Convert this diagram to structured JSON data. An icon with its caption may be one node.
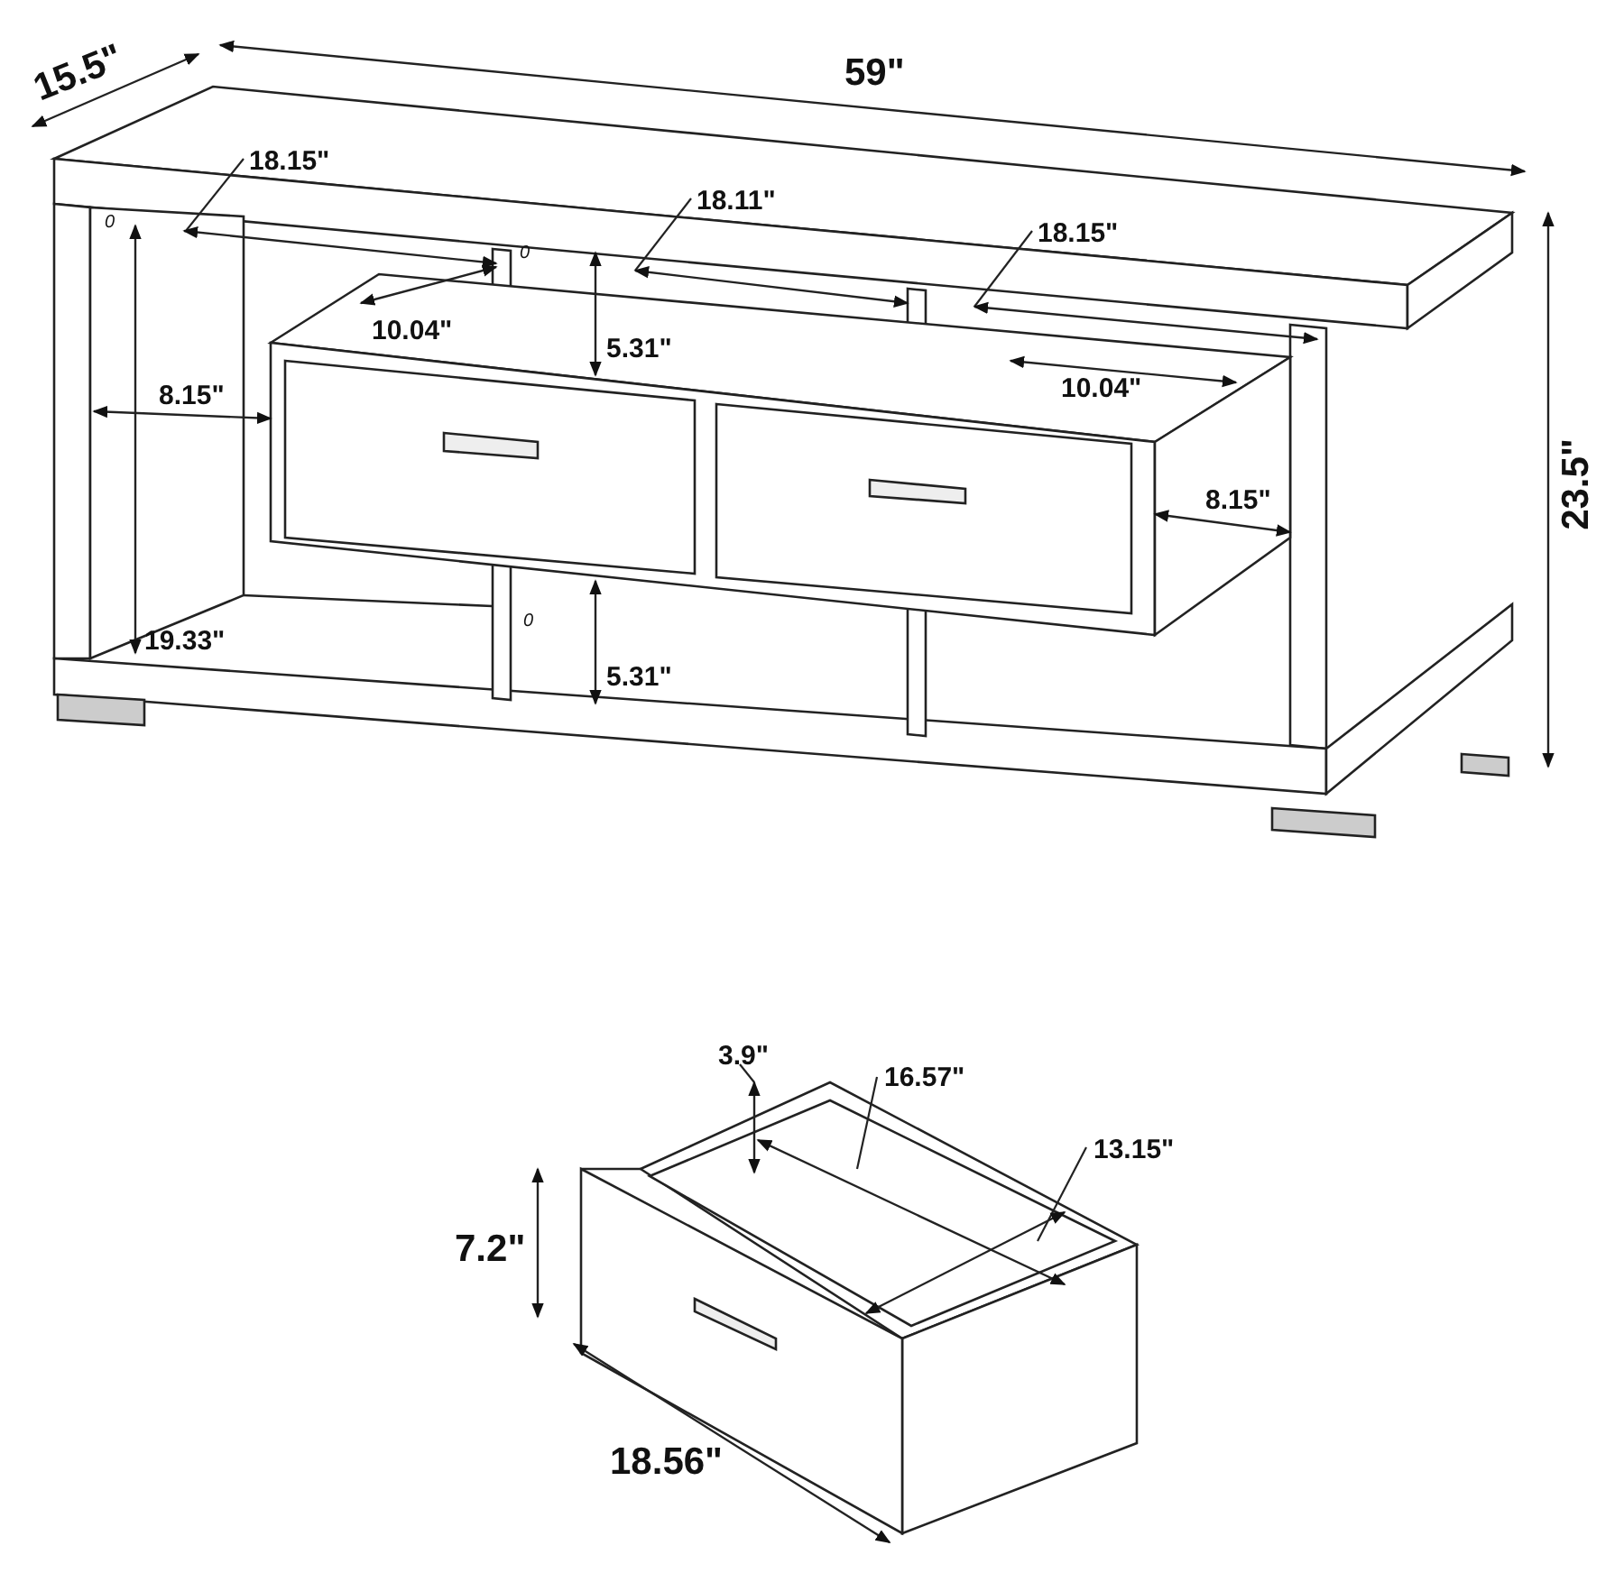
{
  "diagram": {
    "labels": [
      "15.5\"",
      "59\"",
      "18.15\"",
      "0",
      "18.11\"",
      "0",
      "18.15\"",
      "10.04\"",
      "5.31\"",
      "10.04\"",
      "8.15\"",
      "23.5\"",
      "8.15\"",
      "0",
      "19.33\"",
      "5.31\"",
      "3.9\"",
      "16.57\"",
      "13.15\"",
      "7.2\"",
      "18.56\""
    ]
  }
}
